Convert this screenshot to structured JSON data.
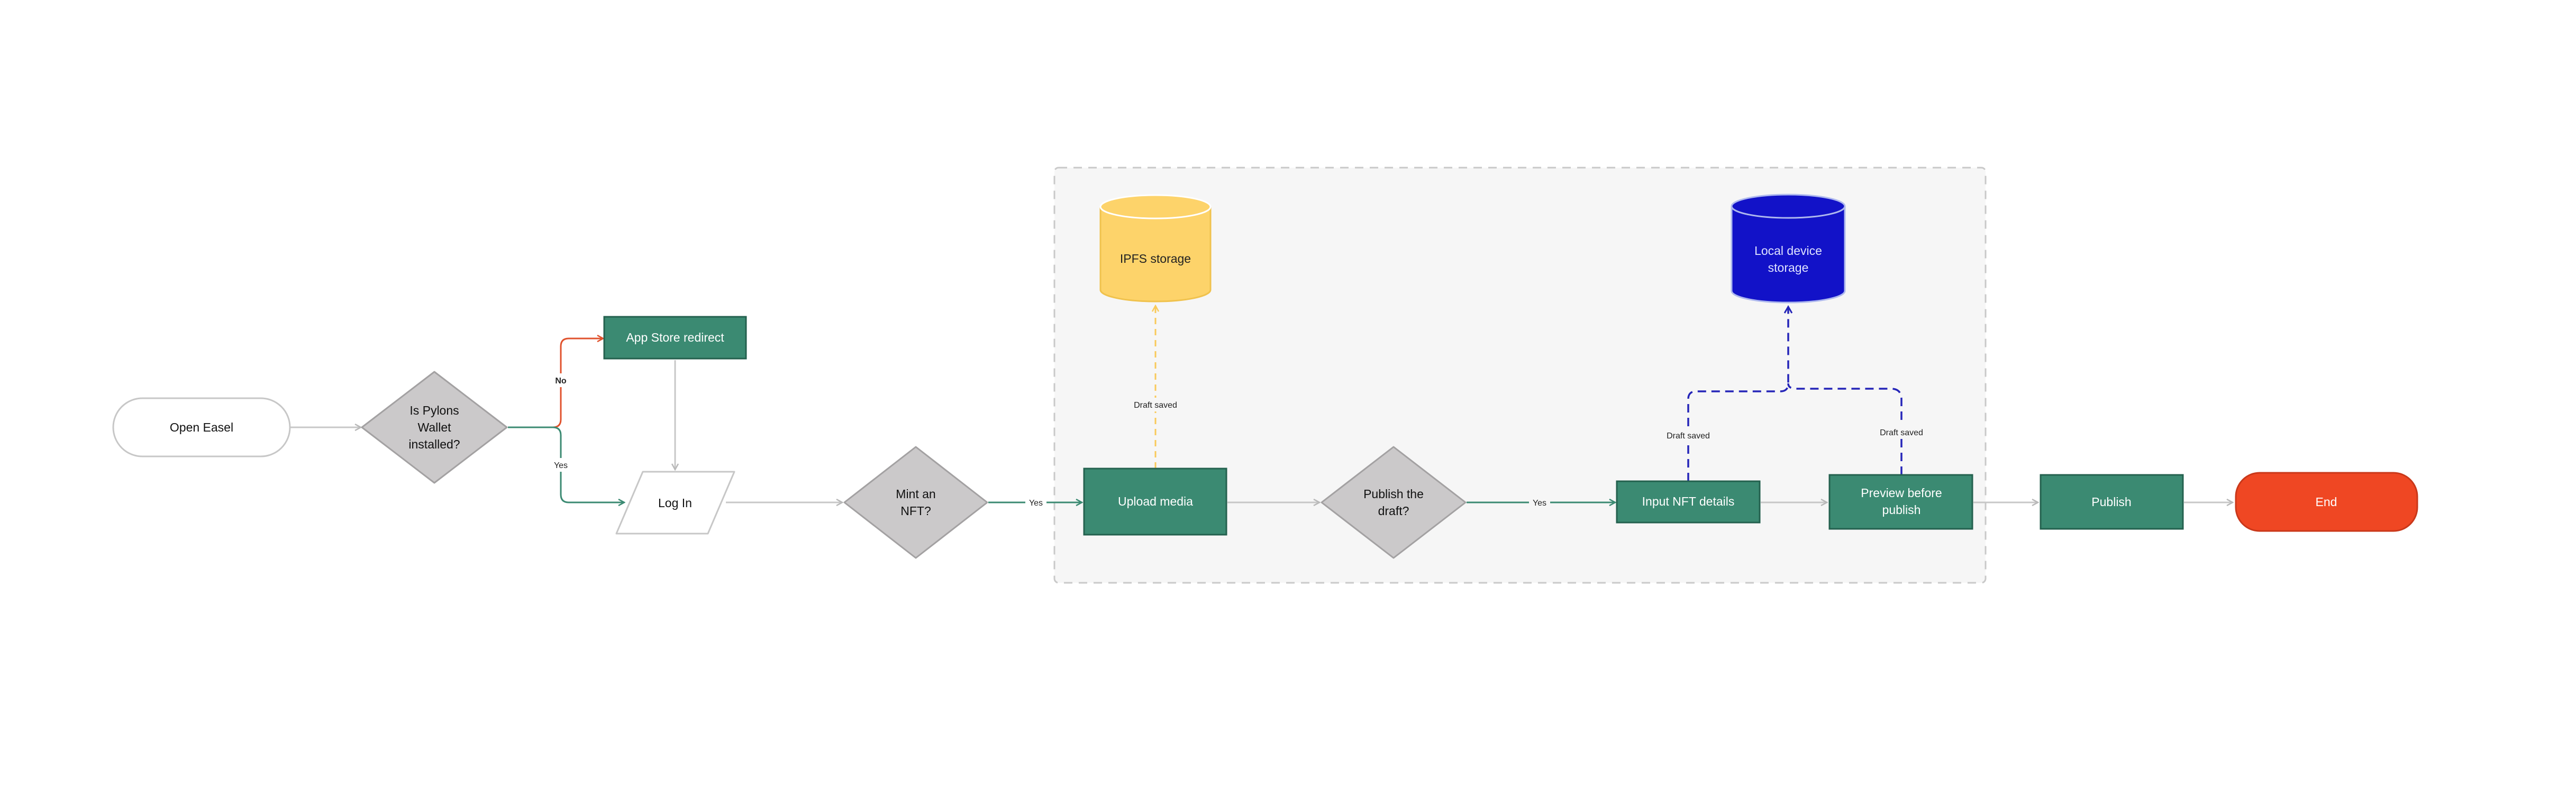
{
  "colors": {
    "process_fill": "#3b8a72",
    "process_stroke": "#24614f",
    "decision_fill": "#cbc9ca",
    "decision_stroke": "#a3a1a2",
    "ipfs_fill": "#fdd36a",
    "ipfs_stroke": "#f0c24d",
    "local_fill": "#1212c8",
    "local_stroke": "#aeb8ee",
    "end_fill": "#ef4723",
    "end_stroke": "#c9381a",
    "edge_grey": "#c7c7c7",
    "edge_green": "#3b8a72",
    "edge_red": "#e0522d",
    "edge_yellow": "#f9ca5a",
    "edge_blue": "#2525b8",
    "group_fill": "#f6f6f6",
    "group_stroke": "#c9c9c9"
  },
  "nodes": {
    "open_easel": "Open Easel",
    "pylons_wallet": [
      "Is Pylons",
      "Wallet",
      "installed?"
    ],
    "app_store_redirect": "App Store redirect",
    "log_in": "Log In",
    "mint_nft": [
      "Mint an",
      "NFT?"
    ],
    "upload_media": "Upload media",
    "ipfs_storage": "IPFS storage",
    "publish_draft": [
      "Publish the",
      "draft?"
    ],
    "input_nft_details": "Input NFT details",
    "local_device_storage": [
      "Local device",
      "storage"
    ],
    "preview_before_publish": [
      "Preview before",
      "publish"
    ],
    "publish": "Publish",
    "end": "End"
  },
  "edge_labels": {
    "no": "No",
    "yes_login": "Yes",
    "yes_upload": "Yes",
    "yes_input": "Yes",
    "draft_saved_ipfs": "Draft saved",
    "draft_saved_input": "Draft saved",
    "draft_saved_preview": "Draft saved"
  }
}
